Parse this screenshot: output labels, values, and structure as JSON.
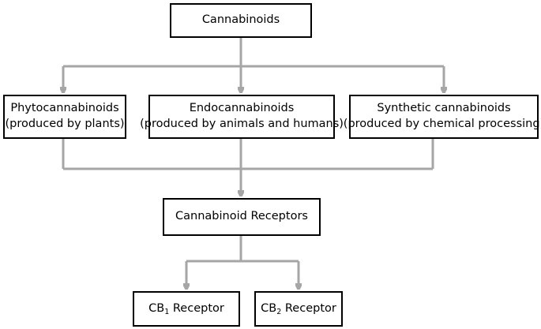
{
  "diagram": {
    "root": {
      "label": "Cannabinoids"
    },
    "categories": [
      {
        "name": "Phytocannabinoids",
        "source": "(produced by plants)"
      },
      {
        "name": "Endocannabinoids",
        "source": "(produced by animals and humans)"
      },
      {
        "name": "Synthetic cannabinoids",
        "source": "(produced by chemical processing)"
      }
    ],
    "receptors": {
      "label": "Cannabinoid Receptors"
    },
    "subtypes": [
      {
        "prefix": "CB",
        "subscript": "1",
        "suffix": " Receptor"
      },
      {
        "prefix": "CB",
        "subscript": "2",
        "suffix": " Receptor"
      }
    ],
    "connector_color": "#a6a6a6",
    "border_color": "#000000"
  }
}
